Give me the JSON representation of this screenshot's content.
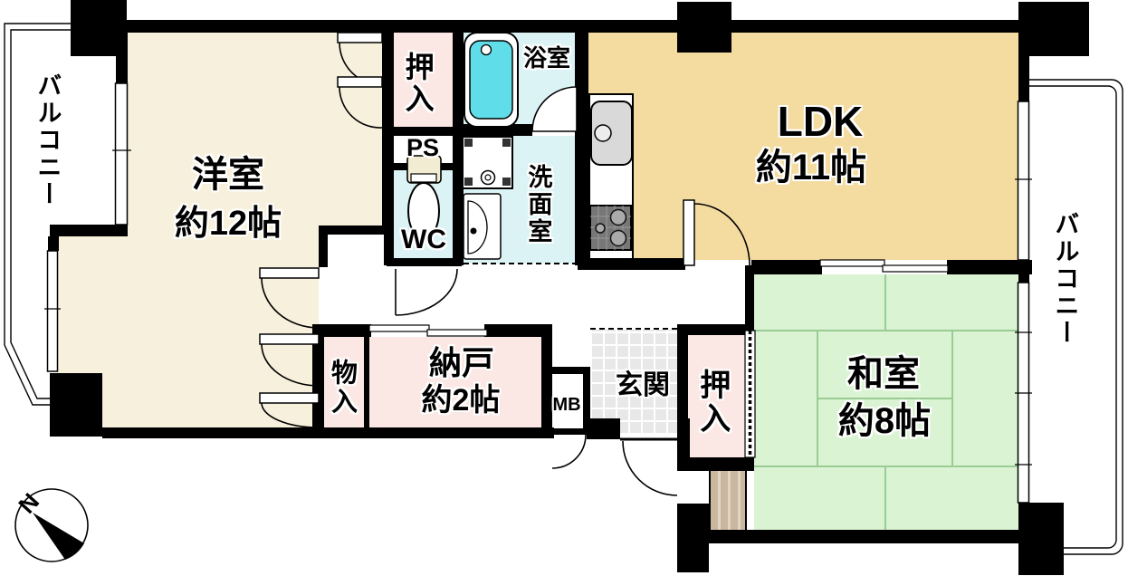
{
  "compass": {
    "north_label": "N"
  },
  "balcony_left": {
    "label": "バルコニー"
  },
  "balcony_right": {
    "label": "バルコニー"
  },
  "rooms": {
    "western_room": {
      "name": "洋室",
      "size": "約12帖"
    },
    "closet_upper": {
      "name": "押入"
    },
    "pipe_space": {
      "name": "PS"
    },
    "toilet": {
      "name": "WC"
    },
    "bathroom": {
      "name": "浴室"
    },
    "washroom": {
      "name": "洗面室"
    },
    "ldk": {
      "name": "LDK",
      "size": "約11帖"
    },
    "storage": {
      "name": "物入"
    },
    "storeroom": {
      "name": "納戸",
      "size": "約2帖"
    },
    "meter_box": {
      "name": "MB"
    },
    "entrance": {
      "name": "玄関"
    },
    "closet_right": {
      "name": "押入"
    },
    "japanese_room": {
      "name": "和室",
      "size": "約8帖"
    }
  },
  "colors": {
    "wall": "#000000",
    "western_room_fill": "#F7F0DC",
    "closet_fill": "#FBE8E4",
    "wet_area_fill": "#DCF3F5",
    "ldk_fill": "#F4DBA0",
    "japanese_room_fill": "#DAF4D3",
    "bathtub_fill": "#5FDDE8",
    "entrance_tile_fill": "#E8E8E8",
    "cabinet_fill": "#CBB79F",
    "tatami_line": "#9ACB94"
  },
  "icons": {
    "bathtub": "bathtub-icon",
    "toilet": "toilet-icon",
    "washing_machine": "washing-machine-icon",
    "vanity_sink": "vanity-sink-icon",
    "kitchen_sink": "kitchen-sink-icon",
    "stove": "stove-icon",
    "compass": "north-compass-icon"
  }
}
